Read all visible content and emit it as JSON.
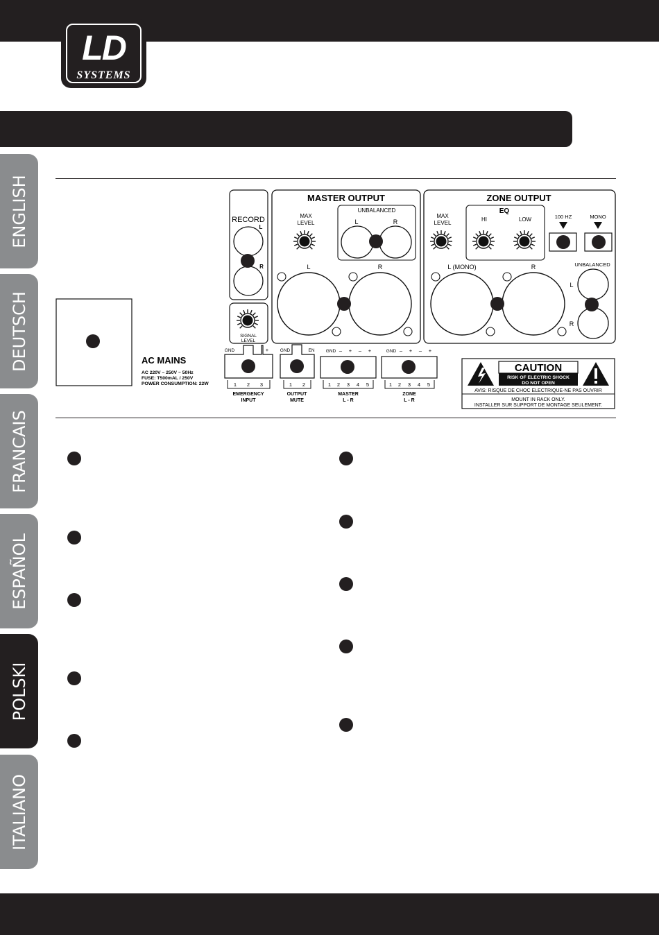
{
  "brand": {
    "logo_main": "LD",
    "logo_sub": "SYSTEMS"
  },
  "tabs": [
    {
      "label": "ENGLISH",
      "active": false
    },
    {
      "label": "DEUTSCH",
      "active": false
    },
    {
      "label": "FRANCAIS",
      "active": false
    },
    {
      "label": "ESPAÑOL",
      "active": false
    },
    {
      "label": "POLSKI",
      "active": true
    },
    {
      "label": "ITALIANO",
      "active": false
    }
  ],
  "panel": {
    "record": {
      "title": "RECORD",
      "l": "L",
      "r": "R"
    },
    "signal_level": "SIGNAL\nLEVEL",
    "master": {
      "title": "MASTER OUTPUT",
      "max_level": "MAX\nLEVEL",
      "unbalanced": "UNBALANCED",
      "l": "L",
      "r": "R",
      "xlr_l": "L",
      "xlr_r": "R"
    },
    "zone": {
      "title": "ZONE OUTPUT",
      "max_level": "MAX\nLEVEL",
      "eq": "EQ",
      "hi": "HI",
      "low": "LOW",
      "hz100": "100 HZ",
      "mono": "MONO",
      "xlr_l": "L (MONO)",
      "xlr_r": "R",
      "unbalanced": "UNBALANCED",
      "ub_l": "L",
      "ub_r": "R"
    },
    "ac": {
      "title": "AC MAINS",
      "line1": "AC 220V – 250V ~ 50Hz",
      "line2": "FUSE: T500mAL / 250V",
      "line3": "POWER CONSUMPTION: 22W"
    },
    "emergency": {
      "top": [
        "GND",
        "–",
        "+"
      ],
      "nums": [
        "1",
        "2",
        "3"
      ],
      "label": "EMERGENCY\nINPUT"
    },
    "mute": {
      "top": [
        "GND",
        "EN"
      ],
      "nums": [
        "1",
        "2"
      ],
      "label": "OUTPUT\nMUTE"
    },
    "master_term": {
      "top": [
        "GND",
        "–",
        "+",
        "–",
        "+"
      ],
      "nums": [
        "1",
        "2",
        "3",
        "4",
        "5"
      ],
      "label": "MASTER\nL - R"
    },
    "zone_term": {
      "top": [
        "GND",
        "–",
        "+",
        "–",
        "+"
      ],
      "nums": [
        "1",
        "2",
        "3",
        "4",
        "5"
      ],
      "label": "ZONE\nL - R"
    },
    "caution": {
      "title": "CAUTION",
      "line1": "RISK OF ELECTRIC SHOCK",
      "line2": "DO NOT OPEN",
      "avis": "AVIS: RISQUE DE CHOC ELECTRIQUE-NE PAS OUVRIR",
      "rack1": "MOUNT IN RACK ONLY.",
      "rack2": "INSTALLER SUR SUPPORT DE MONTAGE SEULEMENT."
    }
  },
  "colors": {
    "dark": "#231f20",
    "tab_gray": "#8a8c8e"
  }
}
